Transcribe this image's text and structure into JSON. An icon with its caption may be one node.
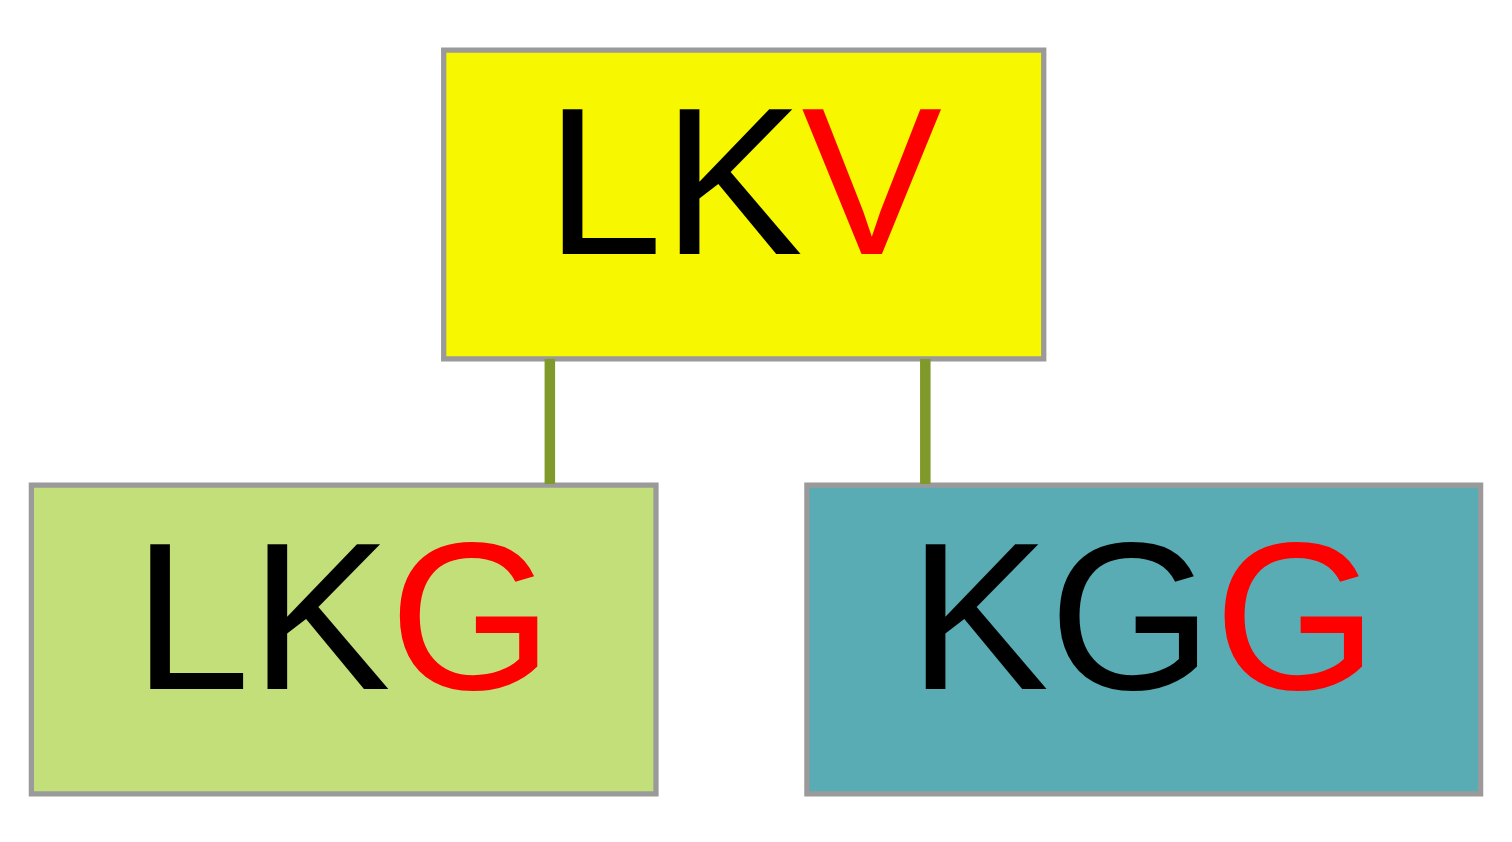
{
  "diagram": {
    "nodes": [
      {
        "text": [
          "LKV"
        ]
      },
      {
        "text": [
          "LKG"
        ]
      },
      {
        "text": [
          "KGG"
        ]
      }
    ],
    "edges": [
      {
        "from": 0,
        "to": 1,
        "arrow": "none"
      },
      {
        "from": 0,
        "to": 2,
        "arrow": "none"
      }
    ]
  }
}
